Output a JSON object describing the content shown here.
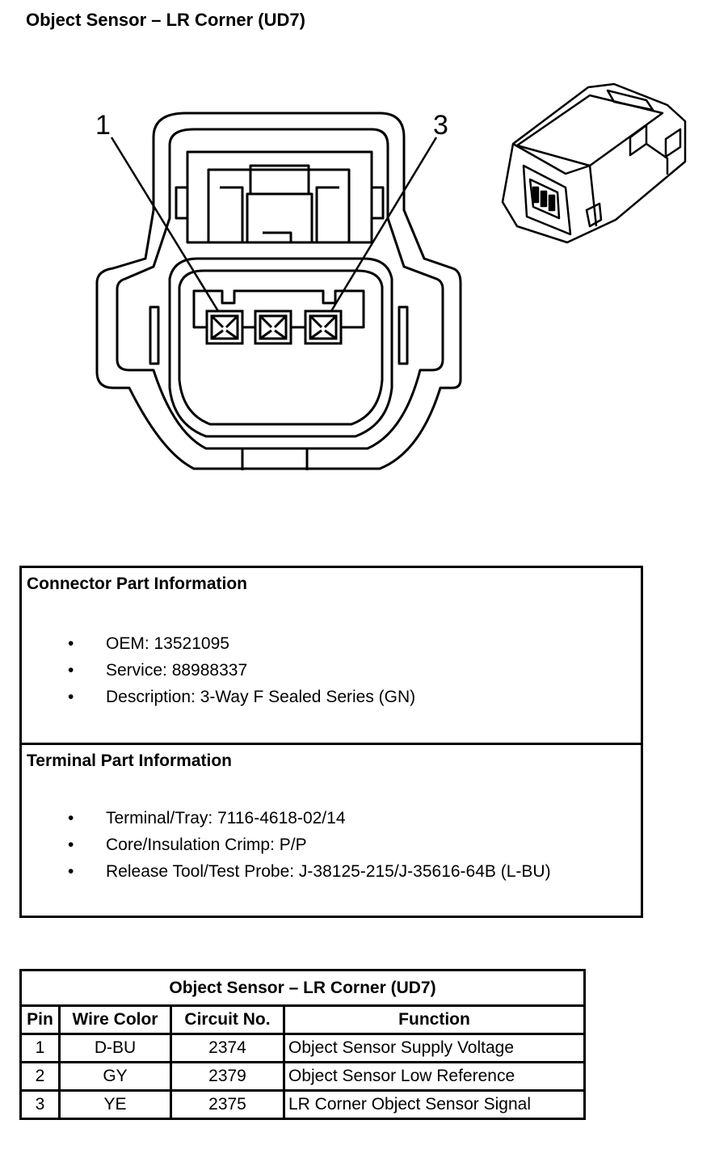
{
  "page_title": "Object Sensor – LR Corner (UD7)",
  "diagram": {
    "callouts": [
      "1",
      "3"
    ]
  },
  "connector_info": {
    "title": "Connector Part Information",
    "items": [
      "OEM: 13521095",
      "Service: 88988337",
      "Description: 3-Way F Sealed Series (GN)"
    ]
  },
  "terminal_info": {
    "title": "Terminal Part Information",
    "items": [
      "Terminal/Tray: 7116-4618-02/14",
      "Core/Insulation Crimp: P/P",
      "Release Tool/Test Probe: J-38125-215/J-35616-64B (L-BU)"
    ]
  },
  "pin_table": {
    "title": "Object Sensor – LR Corner (UD7)",
    "headers": [
      "Pin",
      "Wire Color",
      "Circuit No.",
      "Function"
    ],
    "rows": [
      [
        "1",
        "D-BU",
        "2374",
        "Object Sensor Supply Voltage"
      ],
      [
        "2",
        "GY",
        "2379",
        "Object Sensor Low Reference"
      ],
      [
        "3",
        "YE",
        "2375",
        "LR Corner Object Sensor Signal"
      ]
    ]
  }
}
